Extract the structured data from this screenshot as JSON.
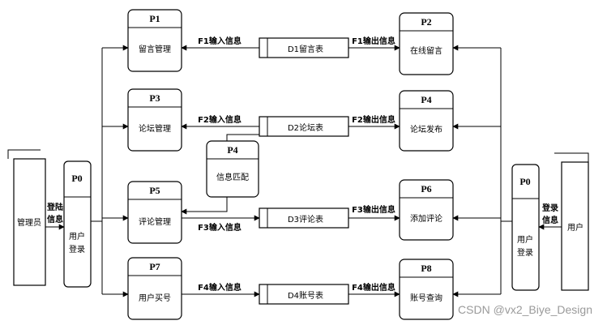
{
  "entities": {
    "admin": {
      "label": "管理员"
    },
    "user": {
      "label": "用户"
    }
  },
  "login_flows": {
    "admin": [
      "登陆",
      "信息"
    ],
    "user": [
      "登录",
      "信息"
    ]
  },
  "login_processes": {
    "left": {
      "id": "P0",
      "label": [
        "用户",
        "登录"
      ]
    },
    "right": {
      "id": "P0",
      "label": [
        "用户",
        "登录"
      ]
    }
  },
  "processes": {
    "p1": {
      "id": "P1",
      "label": "留言管理"
    },
    "p2": {
      "id": "P2",
      "label": "在线留言"
    },
    "p3": {
      "id": "P3",
      "label": "论坛管理"
    },
    "p4": {
      "id": "P4",
      "label": "论坛发布"
    },
    "p4m": {
      "id": "P4",
      "label": "信息匹配"
    },
    "p5": {
      "id": "P5",
      "label": "评论管理"
    },
    "p6": {
      "id": "P6",
      "label": "添加评论"
    },
    "p7": {
      "id": "P7",
      "label": "用户买号"
    },
    "p8": {
      "id": "P8",
      "label": "账号查询"
    }
  },
  "stores": {
    "d1": "D1留言表",
    "d2": "D2论坛表",
    "d3": "D3评论表",
    "d4": "D4账号表"
  },
  "flows": {
    "f1_in": "F1输入信息",
    "f1_out": "F1输出信息",
    "f2_in": "F2输入信息",
    "f2_out": "F2输出信息",
    "f3_in": "F3输入信息",
    "f3_out": "F3输出信息",
    "f4_in": "F4输入信息",
    "f4_out": "F4输出信息"
  },
  "watermark": "CSDN @vx2_Biye_Design"
}
